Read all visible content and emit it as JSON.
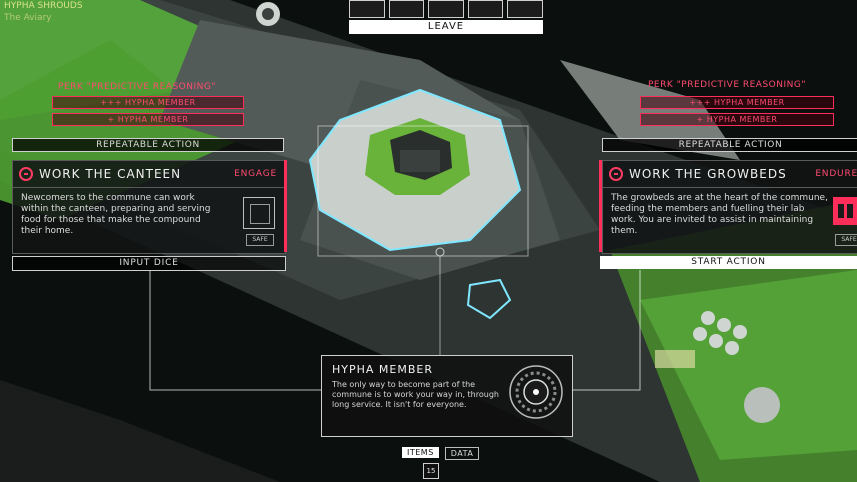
{
  "top": {
    "leave_label": "LEAVE"
  },
  "faction": {
    "name": "HYPHA SHROUDS",
    "sub": "The Aviary"
  },
  "left_panel": {
    "perk_title": "PERK \"PREDICTIVE REASONING\"",
    "perk_lines": [
      "+++ HYPHA MEMBER",
      "+ HYPHA MEMBER"
    ],
    "tag": "REPEATABLE ACTION",
    "card_title": "WORK THE CANTEEN",
    "card_action": "ENGAGE",
    "card_text": "Newcomers to the commune can work within the canteen, preparing and serving food for those that make the compound their home.",
    "safe_label": "SAFE",
    "bottom_button": "INPUT DICE"
  },
  "right_panel": {
    "perk_title": "PERK \"PREDICTIVE REASONING\"",
    "perk_lines": [
      "+++ HYPHA MEMBER",
      "+ HYPHA MEMBER"
    ],
    "tag": "REPEATABLE ACTION",
    "card_title": "WORK THE GROWBEDS",
    "card_action": "ENDURE",
    "card_text": "The growbeds are at the heart of the commune, feeding the members and fuelling their lab work. You are invited to assist in maintaining them.",
    "safe_label": "SAFE",
    "bottom_button": "START ACTION"
  },
  "info": {
    "title": "HYPHA MEMBER",
    "text": "The only way to become part of the commune is to work your way in, through long service. It isn't for everyone."
  },
  "tabs": {
    "items": "ITEMS",
    "data": "DATA"
  },
  "badge": "15",
  "colors": {
    "accent": "#ff2d5a",
    "terrain": "#4f9a2f",
    "glow": "#7fe7ff"
  }
}
